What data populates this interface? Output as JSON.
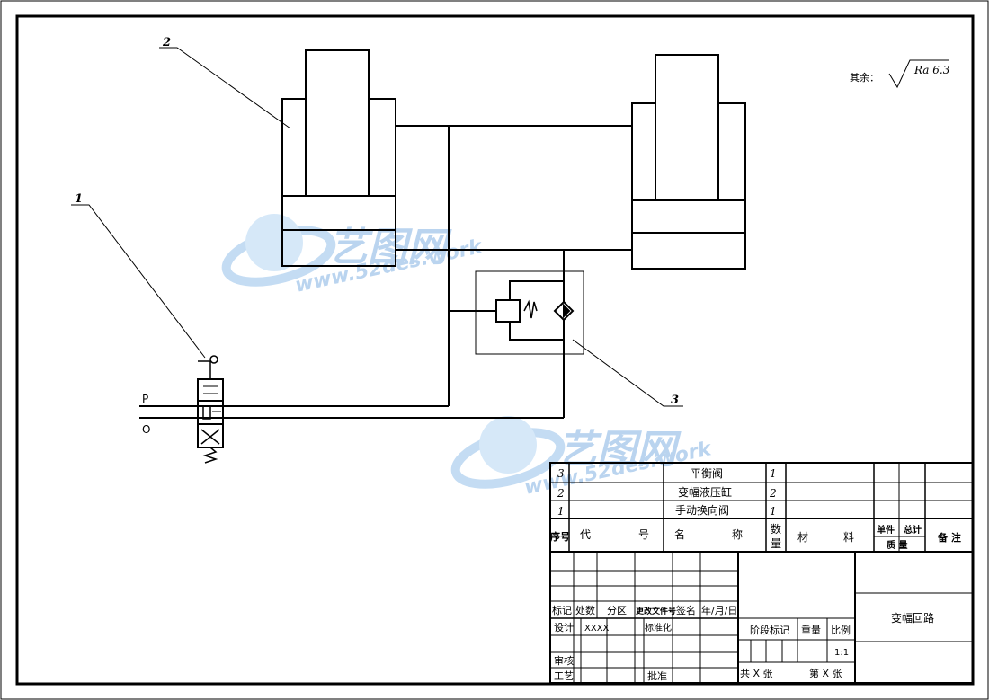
{
  "roughness": {
    "prefix": "其余：",
    "value": "Ra 6.3"
  },
  "callouts": {
    "one": "1",
    "two": "2",
    "three": "3"
  },
  "ports": {
    "p": "P",
    "o": "O"
  },
  "watermark": {
    "cn": "艺图网",
    "url": "www.52des.work"
  },
  "bom": {
    "rows": [
      {
        "no": "3",
        "name": "平衡阀",
        "qty": "1"
      },
      {
        "no": "2",
        "name": "变幅液压缸",
        "qty": "2"
      },
      {
        "no": "1",
        "name": "手动换向阀",
        "qty": "1"
      }
    ],
    "header": {
      "seq": "序号",
      "code1": "代",
      "code2": "号",
      "name1": "名",
      "name2": "称",
      "qty1": "数",
      "qty2": "量",
      "mat1": "材",
      "mat2": "料",
      "unit": "单件",
      "total": "总计",
      "mass": "质 量",
      "remark": "备 注"
    }
  },
  "titleblock": {
    "mark": "标记",
    "count": "处数",
    "zone": "分区",
    "docno": "更改文件号",
    "sign": "签名",
    "date": "年/月/日",
    "design": "设计",
    "designer": "XXXX",
    "standard": "标准化",
    "stage": "阶段标记",
    "weight": "重量",
    "scale": "比例",
    "scale_val": "1:1",
    "check": "审核",
    "process": "工艺",
    "approve": "批准",
    "sheets": "共  X  张",
    "sheet": "第  X  张",
    "title": "变幅回路"
  }
}
